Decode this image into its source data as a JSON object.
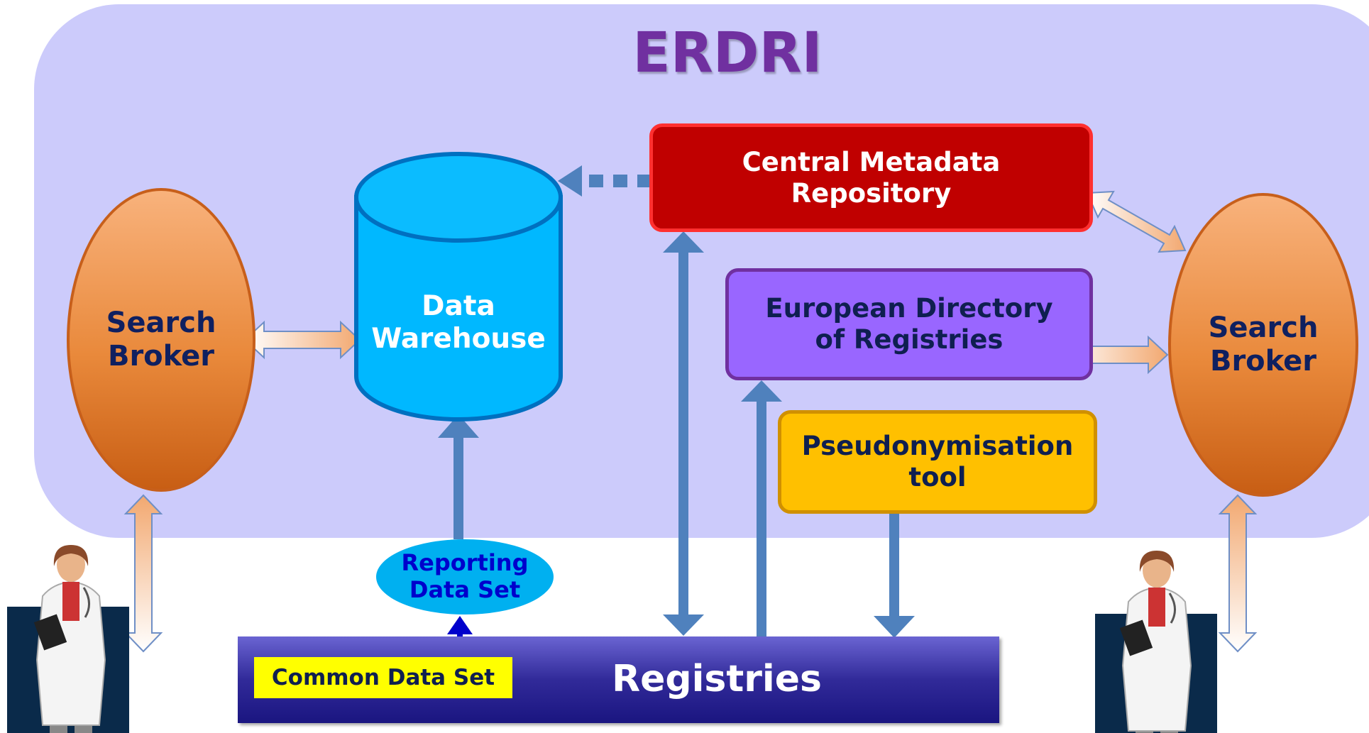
{
  "title": "ERDRI",
  "search_broker_left": "Search\nBroker",
  "search_broker_right": "Search\nBroker",
  "data_warehouse": "Data\nWarehouse",
  "central_metadata_repository": "Central Metadata\nRepository",
  "european_directory": "European Directory\nof Registries",
  "pseudonymisation_tool": "Pseudonymisation\ntool",
  "reporting_data_set": "Reporting\nData Set",
  "registries": "Registries",
  "common_data_set": "Common Data Set",
  "colors": {
    "erdri_background": "#cccbfb",
    "title": "#7030a0",
    "central_metadata_repository": "#c00000",
    "european_directory": "#9966ff",
    "pseudonymisation_tool": "#ffc000",
    "data_warehouse": "#00b0f0",
    "registries": "#2e2a8f",
    "common_data_set": "#ffff00",
    "arrows": "#4f81bd"
  }
}
